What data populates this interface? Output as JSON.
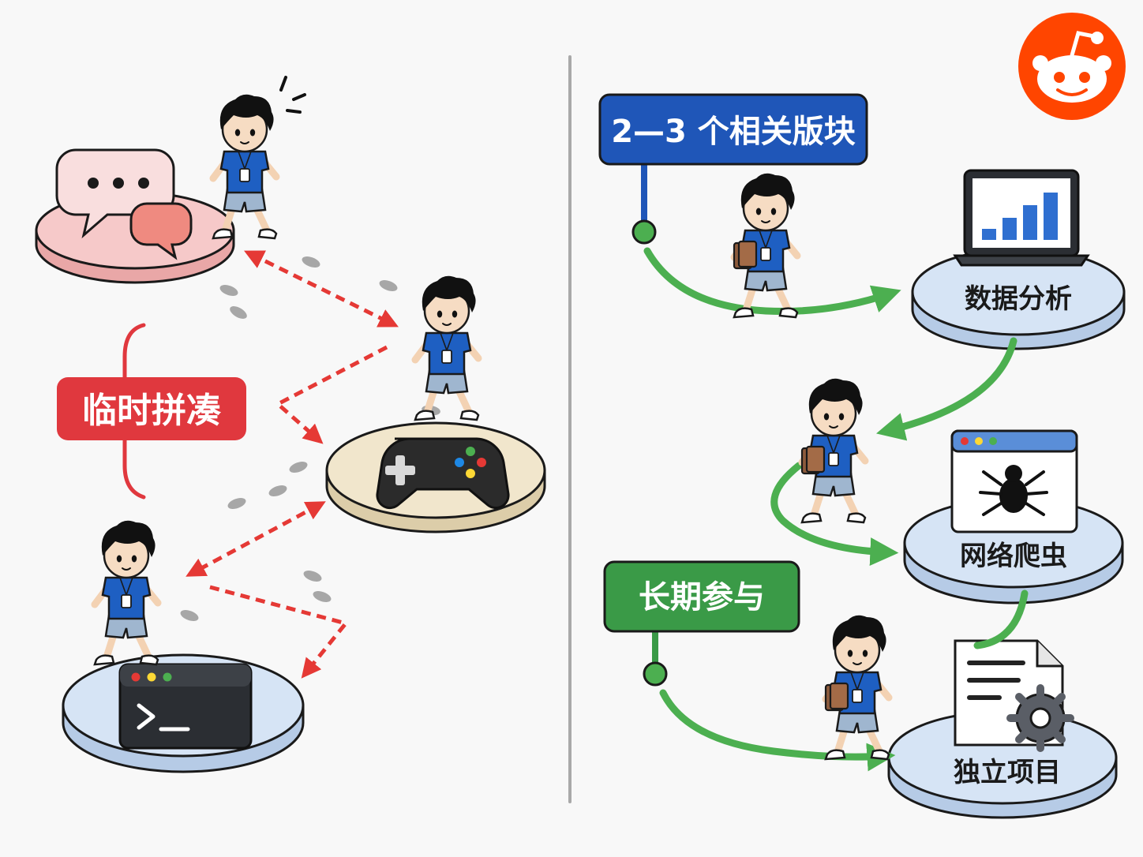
{
  "left_panel": {
    "tag_label": "临时拼凑",
    "tag_color": "#e0383e"
  },
  "right_panel": {
    "top_sign": "2—3 个相关版块",
    "top_sign_color": "#1f56b8",
    "bottom_sign": "长期参与",
    "bottom_sign_color": "#3a9a47",
    "platforms": [
      {
        "label": "数据分析",
        "icon": "bar-chart-laptop-icon"
      },
      {
        "label": "网络爬虫",
        "icon": "spider-browser-icon"
      },
      {
        "label": "独立项目",
        "icon": "document-gear-icon"
      }
    ]
  },
  "brand": {
    "icon": "reddit-logo-icon",
    "color": "#ff4500"
  },
  "colors": {
    "dashed_arrow": "#e53935",
    "path_arrow": "#4caf50",
    "platform_blue": "#d6e4f5",
    "platform_pink": "#f6c9c9",
    "platform_cream": "#f1e6cc",
    "shirt_blue": "#1e5fc2"
  }
}
